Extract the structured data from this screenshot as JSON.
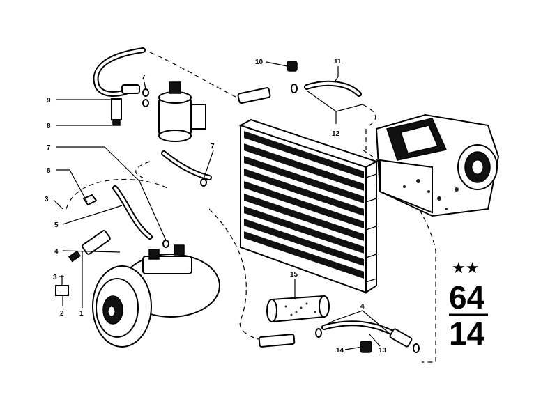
{
  "callouts": [
    {
      "id": "c10",
      "label": "10"
    },
    {
      "id": "c11",
      "label": "11"
    },
    {
      "id": "c12",
      "label": "12"
    },
    {
      "id": "c9",
      "label": "9"
    },
    {
      "id": "c7a",
      "label": "7"
    },
    {
      "id": "c8a",
      "label": "8"
    },
    {
      "id": "c7b",
      "label": "7"
    },
    {
      "id": "c7c",
      "label": "7"
    },
    {
      "id": "c8b",
      "label": "8"
    },
    {
      "id": "c3a",
      "label": "3"
    },
    {
      "id": "c5",
      "label": "5"
    },
    {
      "id": "c4a",
      "label": "4"
    },
    {
      "id": "c3b",
      "label": "3"
    },
    {
      "id": "c2",
      "label": "2"
    },
    {
      "id": "c1",
      "label": "1"
    },
    {
      "id": "c15",
      "label": "15"
    },
    {
      "id": "c4b",
      "label": "4"
    },
    {
      "id": "c14",
      "label": "14"
    },
    {
      "id": "c13",
      "label": "13"
    }
  ],
  "group_code": {
    "stars": "★★",
    "main": "64",
    "sub": "14"
  }
}
